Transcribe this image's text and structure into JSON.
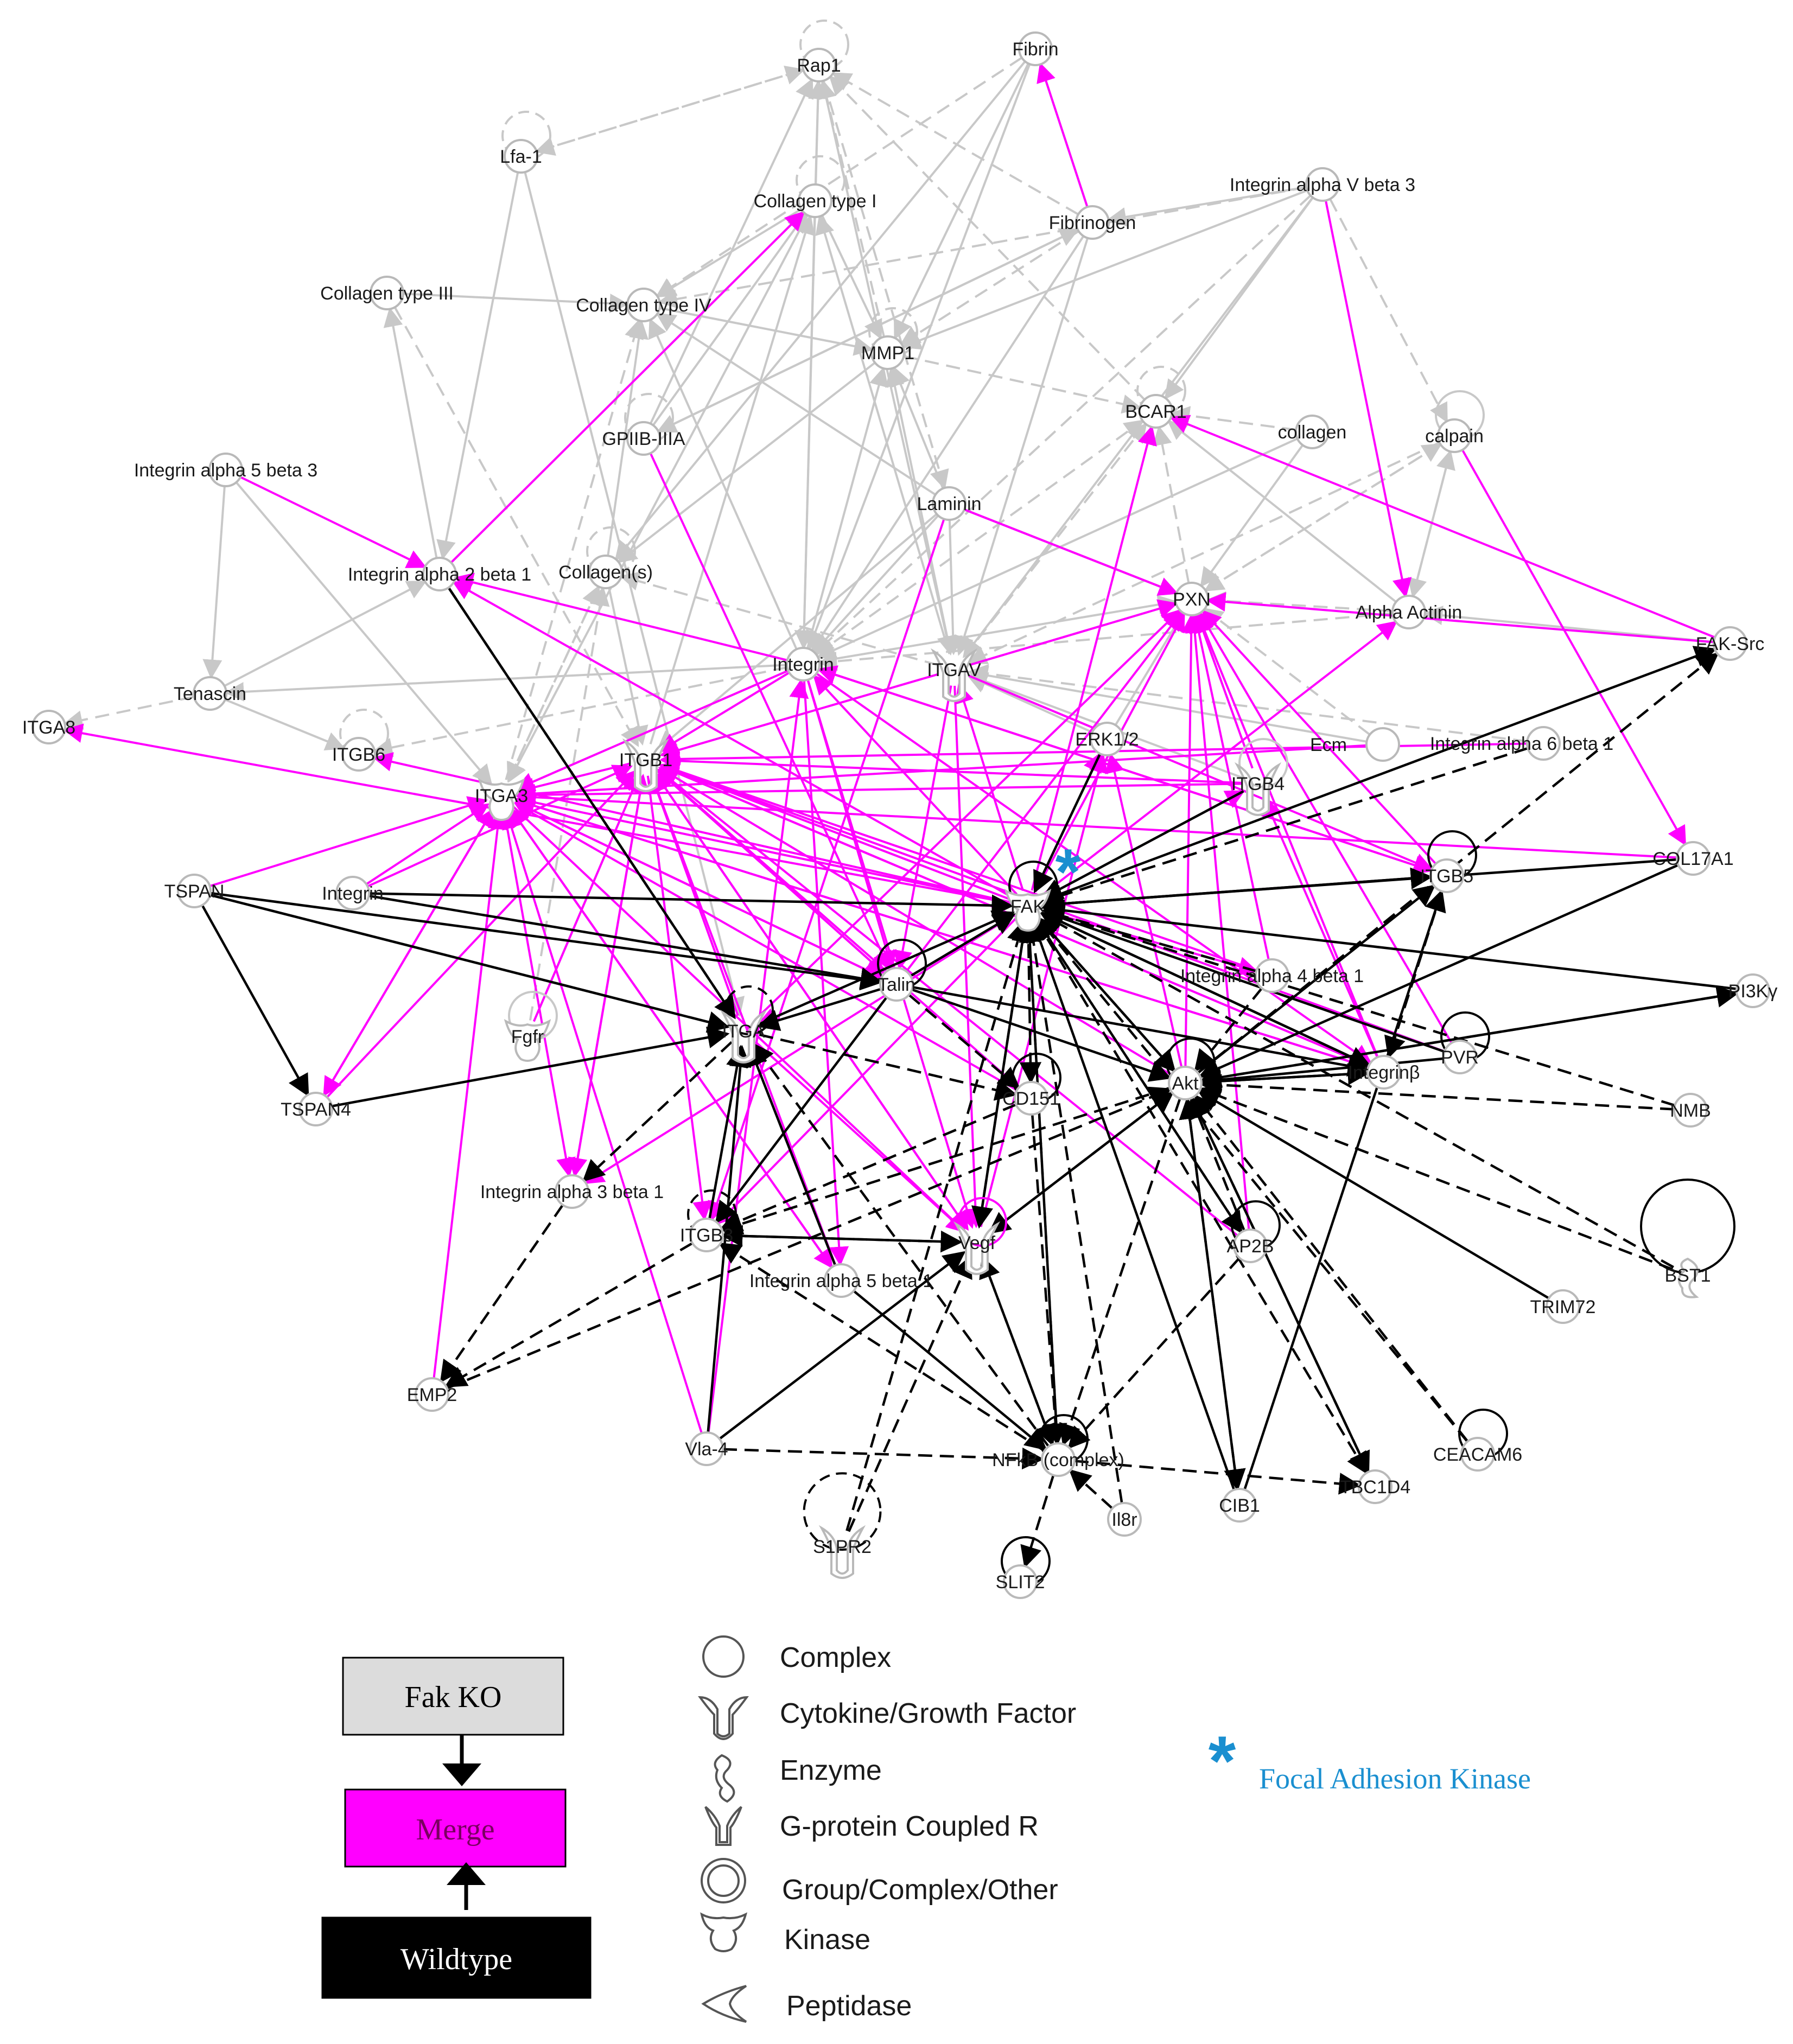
{
  "colors": {
    "fak_ko": "#c8c8c8",
    "merge": "#ff00ff",
    "wildtype": "#000000",
    "node_stroke": "#b9b9b9",
    "accent_asterisk": "#1a8fd0",
    "note_text": "#1a8fd0"
  },
  "nodes": [
    {
      "id": "Rap1",
      "label": "Rap1"
    },
    {
      "id": "Fibrin",
      "label": "Fibrin"
    },
    {
      "id": "Lfa1",
      "label": "Lfa-1"
    },
    {
      "id": "CollI",
      "label": "Collagen type I"
    },
    {
      "id": "Fibrinogen",
      "label": "Fibrinogen"
    },
    {
      "id": "IntaVb3",
      "label": "Integrin alpha V beta 3"
    },
    {
      "id": "CollIII",
      "label": "Collagen type III"
    },
    {
      "id": "CollIV",
      "label": "Collagen type IV"
    },
    {
      "id": "MMP1",
      "label": "MMP1"
    },
    {
      "id": "BCAR1",
      "label": "BCAR1"
    },
    {
      "id": "collagen",
      "label": "collagen"
    },
    {
      "id": "calpain",
      "label": "calpain"
    },
    {
      "id": "GPIIB",
      "label": "GPIIB-IIIA"
    },
    {
      "id": "Inta5b3",
      "label": "Integrin alpha 5 beta 3"
    },
    {
      "id": "Laminin",
      "label": "Laminin"
    },
    {
      "id": "Inta2b1",
      "label": "Integrin alpha 2 beta 1"
    },
    {
      "id": "Colls",
      "label": "Collagen(s)"
    },
    {
      "id": "PXN",
      "label": "PXN"
    },
    {
      "id": "AlphaActinin",
      "label": "Alpha Actinin"
    },
    {
      "id": "FAKSrc",
      "label": "FAK-Src"
    },
    {
      "id": "Integrin",
      "label": "Integrin"
    },
    {
      "id": "ITGAV",
      "label": "ITGAV"
    },
    {
      "id": "Tenascin",
      "label": "Tenascin"
    },
    {
      "id": "ITGA8",
      "label": "ITGA8"
    },
    {
      "id": "ITGB6",
      "label": "ITGB6"
    },
    {
      "id": "ITGB1",
      "label": "ITGB1"
    },
    {
      "id": "ERK12",
      "label": "ERK1/2"
    },
    {
      "id": "ITGB4",
      "label": "ITGB4"
    },
    {
      "id": "Ecm",
      "label": "Ecm"
    },
    {
      "id": "Inta6b1",
      "label": "Integrin alpha 6 beta 1"
    },
    {
      "id": "ITGA3",
      "label": "ITGA3"
    },
    {
      "id": "COL17A1",
      "label": "COL17A1"
    },
    {
      "id": "TSPAN",
      "label": "TSPAN"
    },
    {
      "id": "Integrin2",
      "label": "Integrin"
    },
    {
      "id": "FAK",
      "label": "FAK"
    },
    {
      "id": "ITGB5",
      "label": "ITGB5"
    },
    {
      "id": "Talin",
      "label": "Talin"
    },
    {
      "id": "Inta4b1",
      "label": "Integrin alpha 4 beta 1"
    },
    {
      "id": "PI3K",
      "label": "PI3Kγ"
    },
    {
      "id": "Fgfr",
      "label": "Fgfr"
    },
    {
      "id": "ITGA",
      "label": "ITGA"
    },
    {
      "id": "Akt",
      "label": "Akt"
    },
    {
      "id": "Integrinb",
      "label": "Integrinβ"
    },
    {
      "id": "PVR",
      "label": "PVR"
    },
    {
      "id": "TSPAN4",
      "label": "TSPAN4"
    },
    {
      "id": "CD151",
      "label": "CD151"
    },
    {
      "id": "NMB",
      "label": "NMB"
    },
    {
      "id": "Inta3b1",
      "label": "Integrin alpha 3 beta 1"
    },
    {
      "id": "ITGB3",
      "label": "ITGB3"
    },
    {
      "id": "Vegf",
      "label": "Vegf"
    },
    {
      "id": "AP2B",
      "label": "AP2B"
    },
    {
      "id": "BST1",
      "label": "BST1"
    },
    {
      "id": "Inta5b1",
      "label": "Integrin alpha 5 beta 1"
    },
    {
      "id": "TRIM72",
      "label": "TRIM72"
    },
    {
      "id": "EMP2",
      "label": "EMP2"
    },
    {
      "id": "Vla4",
      "label": "Vla-4"
    },
    {
      "id": "NFkB",
      "label": "NFkB (complex)"
    },
    {
      "id": "CEACAM6",
      "label": "CEACAM6"
    },
    {
      "id": "TBC1D4",
      "label": "TBC1D4"
    },
    {
      "id": "CIB1",
      "label": "CIB1"
    },
    {
      "id": "Il8r",
      "label": "Il8r"
    },
    {
      "id": "S1PR2",
      "label": "S1PR2"
    },
    {
      "id": "SLIT2",
      "label": "SLIT2"
    }
  ],
  "legend": {
    "boxes": [
      {
        "label": "Fak KO",
        "fill": "#dcdcdc",
        "text_color": "#000000"
      },
      {
        "label": "Merge",
        "fill": "#ff00ff",
        "text_color": "#7a0060"
      },
      {
        "label": "Wildtype",
        "fill": "#000000",
        "text_color": "#ffffff"
      }
    ],
    "shapes": [
      {
        "icon": "circle-icon",
        "label": "Complex"
      },
      {
        "icon": "cytokine-icon",
        "label": "Cytokine/Growth Factor"
      },
      {
        "icon": "enzyme-icon",
        "label": "Enzyme"
      },
      {
        "icon": "gpcr-icon",
        "label": "G-protein Coupled R"
      },
      {
        "icon": "double-circle-icon",
        "label": "Group/Complex/Other"
      },
      {
        "icon": "kinase-icon",
        "label": "Kinase"
      },
      {
        "icon": "peptidase-icon",
        "label": "Peptidase"
      }
    ],
    "note": {
      "symbol": "*",
      "label": "Focal Adhesion Kinase"
    }
  }
}
